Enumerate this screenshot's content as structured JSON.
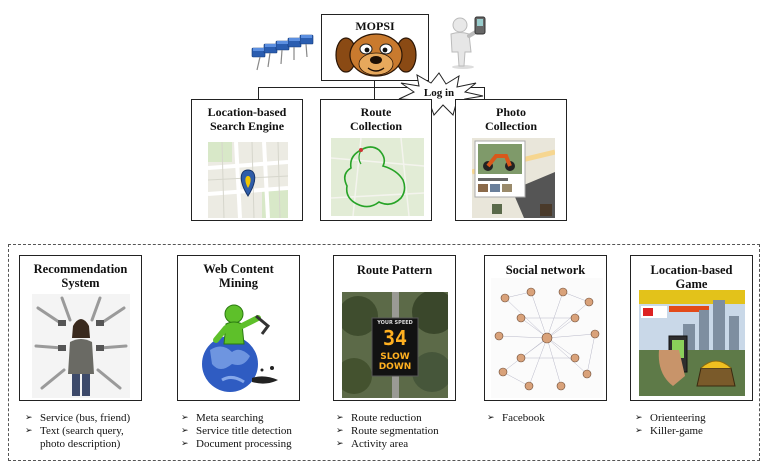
{
  "top": {
    "title": "MOPSI",
    "login_label": "Log in"
  },
  "services": [
    {
      "label": "Location-based Search Engine"
    },
    {
      "label": "Route Collection"
    },
    {
      "label": "Photo Collection"
    }
  ],
  "research": [
    {
      "title": "Recommendation System",
      "bullets": [
        "Service (bus, friend)",
        "Text (search query, photo description)"
      ]
    },
    {
      "title": "Web Content Mining",
      "bullets": [
        "Meta searching",
        "Service title detection",
        "Document processing"
      ]
    },
    {
      "title": "Route Pattern",
      "bullets": [
        "Route reduction",
        "Route segmentation",
        "Activity area"
      ],
      "sign_top": "YOUR SPEED",
      "sign_value": "34",
      "sign_bottom": "SLOW DOWN"
    },
    {
      "title": "Social network",
      "bullets": [
        "Facebook"
      ]
    },
    {
      "title": "Location-based Game",
      "bullets": [
        "Orienteering",
        "Killer-game"
      ]
    }
  ]
}
